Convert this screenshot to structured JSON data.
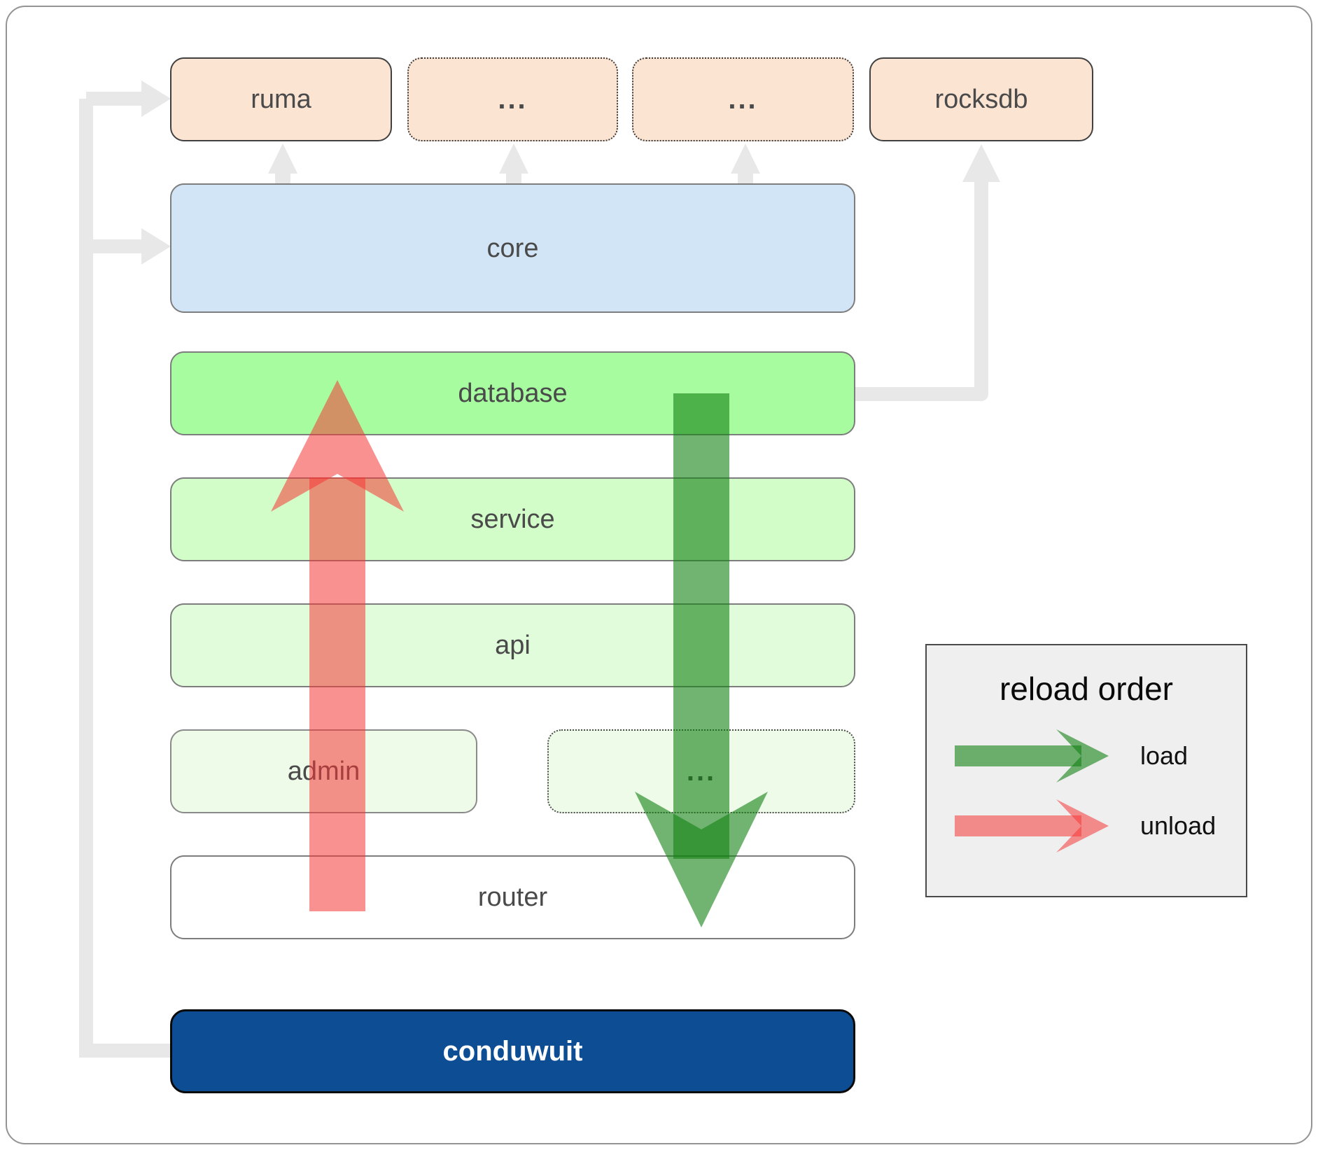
{
  "boxes": {
    "ruma": {
      "label": "ruma"
    },
    "dots_top_1": {
      "label": "..."
    },
    "dots_top_2": {
      "label": "..."
    },
    "rocksdb": {
      "label": "rocksdb"
    },
    "core": {
      "label": "core"
    },
    "database": {
      "label": "database"
    },
    "service": {
      "label": "service"
    },
    "api": {
      "label": "api"
    },
    "admin": {
      "label": "admin"
    },
    "dots_admin": {
      "label": "..."
    },
    "router": {
      "label": "router"
    },
    "conduwuit": {
      "label": "conduwuit"
    }
  },
  "legend": {
    "title": "reload order",
    "load_label": "load",
    "unload_label": "unload"
  },
  "colors": {
    "load_green": "#128112",
    "unload_red": "#f63737",
    "conduwuit_blue": "#0d4d94",
    "peach": "#fce4d3",
    "core_blue": "#d2e5f6",
    "database_green": "#a6fc9e",
    "service_green": "#d2fcc8",
    "api_green": "#e1fcdb",
    "admin_green": "#eefbe9",
    "connector_gray": "#e8e8e8",
    "legend_bg": "#efefef"
  }
}
